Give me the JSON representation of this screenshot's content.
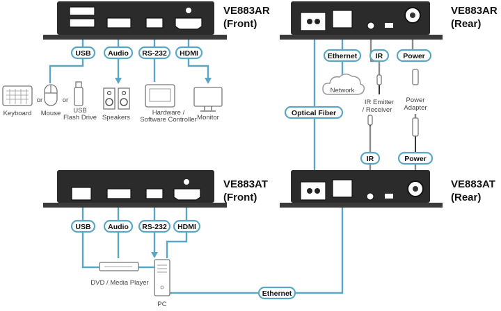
{
  "devices": {
    "rx_front": {
      "name": "VE883AR",
      "side": "(Front)"
    },
    "rx_rear": {
      "name": "VE883AR",
      "side": "(Rear)"
    },
    "tx_front": {
      "name": "VE883AT",
      "side": "(Front)"
    },
    "tx_rear": {
      "name": "VE883AT",
      "side": "(Rear)"
    }
  },
  "badges": {
    "usb": "USB",
    "audio": "Audio",
    "rs232": "RS-232",
    "hdmi": "HDMI",
    "ethernet": "Ethernet",
    "ir": "IR",
    "power": "Power",
    "optical_fiber": "Optical Fiber"
  },
  "peripherals": {
    "keyboard": "Keyboard",
    "or1": "or",
    "mouse": "Mouse",
    "or2": "or",
    "usb_flash_line1": "USB",
    "usb_flash_line2": "Flash Drive",
    "speakers": "Speakers",
    "controller_line1": "Hardware /",
    "controller_line2": "Software Controller",
    "monitor": "Monitor",
    "network": "Network",
    "ir_line1": "IR Emitter",
    "ir_line2": "/ Receiver",
    "power_adapter_line1": "Power",
    "power_adapter_line2": "Adapter",
    "dvd_player": "DVD / Media Player",
    "pc": "PC"
  },
  "colors": {
    "cable": "#5aa7c4",
    "device": "#2b2b2b",
    "secondary_cable": "#8a8a8a"
  }
}
